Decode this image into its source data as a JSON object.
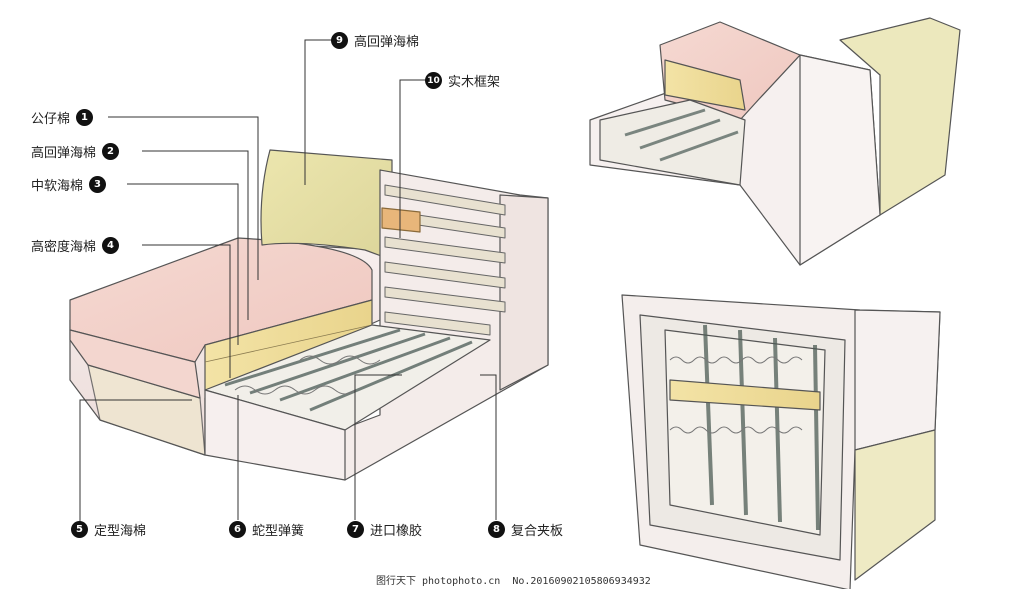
{
  "labels": [
    {
      "num": "1",
      "text": "公仔棉"
    },
    {
      "num": "2",
      "text": "高回弹海棉"
    },
    {
      "num": "3",
      "text": "中软海棉"
    },
    {
      "num": "4",
      "text": "高密度海棉"
    },
    {
      "num": "5",
      "text": "定型海棉"
    },
    {
      "num": "6",
      "text": "蛇型弹簧"
    },
    {
      "num": "7",
      "text": "进口橡胶"
    },
    {
      "num": "8",
      "text": "复合夹板"
    },
    {
      "num": "9",
      "text": "高回弹海棉"
    },
    {
      "num": "10",
      "text": "实木框架"
    }
  ],
  "watermark": {
    "site": "图行天下 photophoto.cn",
    "id": "No.20160902105806934932"
  }
}
